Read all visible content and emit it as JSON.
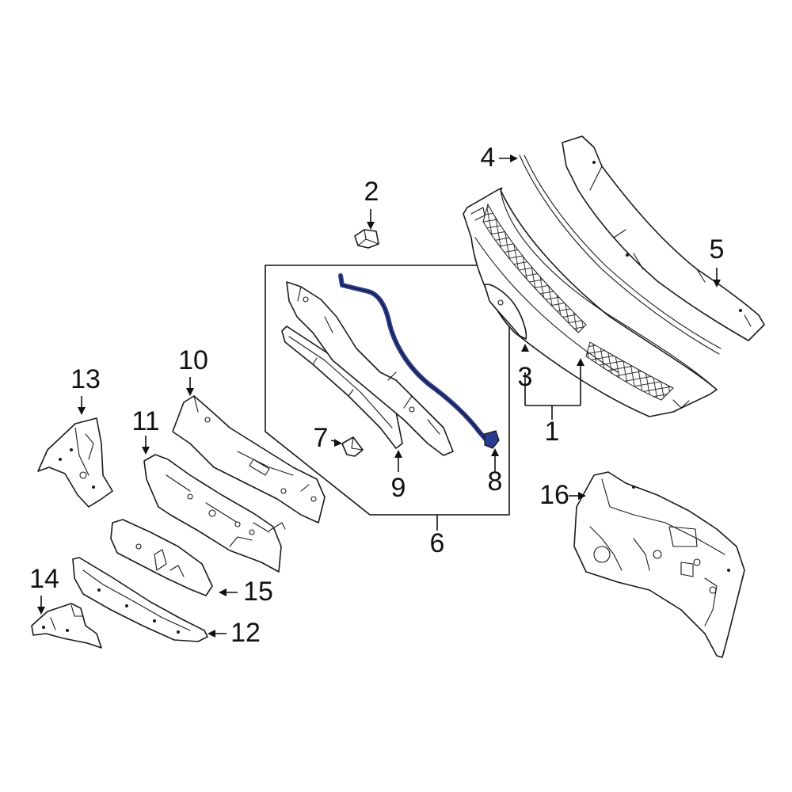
{
  "highlight_color": "#2a3a8c",
  "callouts": {
    "c1": "1",
    "c2": "2",
    "c3": "3",
    "c4": "4",
    "c5": "5",
    "c6": "6",
    "c7": "7",
    "c8": "8",
    "c9": "9",
    "c10": "10",
    "c11": "11",
    "c12": "12",
    "c13": "13",
    "c14": "14",
    "c15": "15",
    "c16": "16"
  }
}
